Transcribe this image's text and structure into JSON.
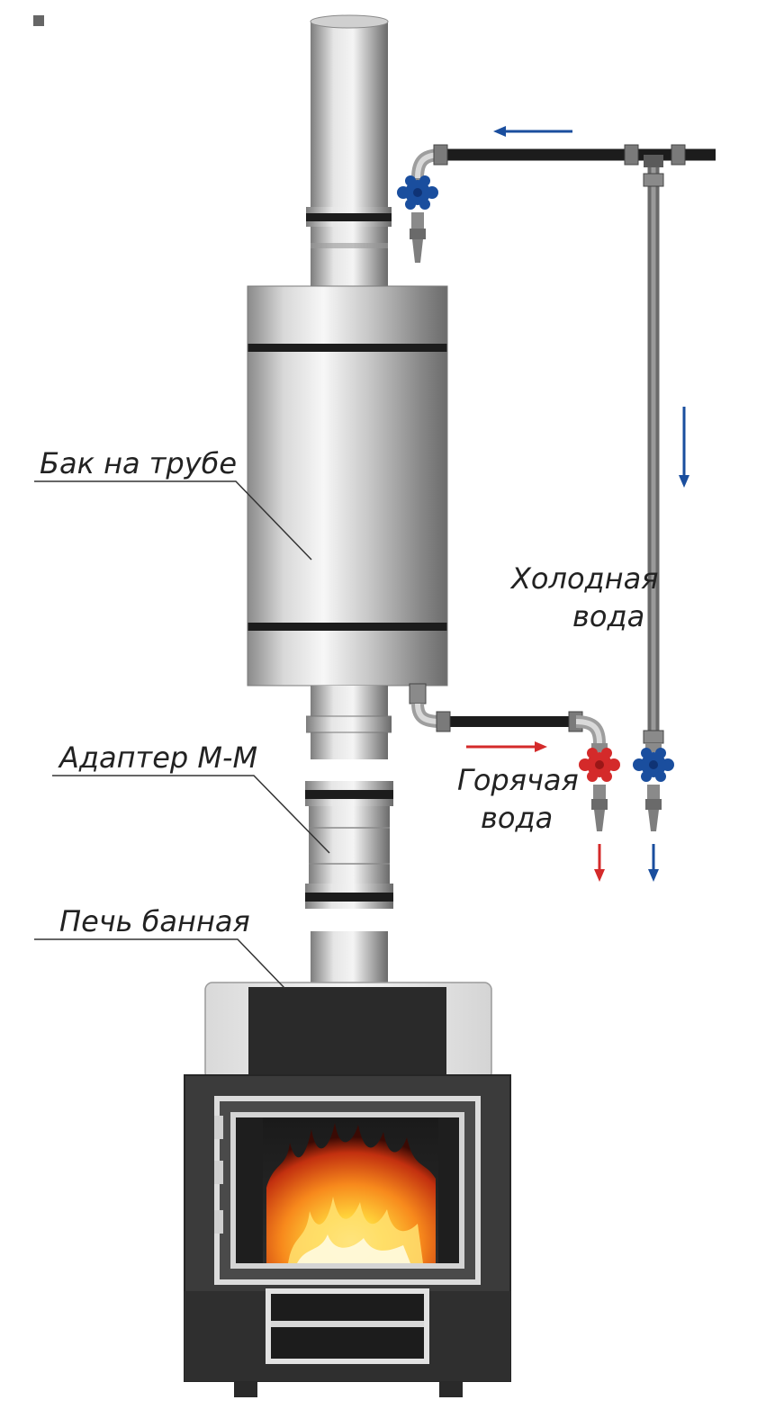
{
  "labels": {
    "tank": "Бак на трубе",
    "adapter": "Адаптер М-М",
    "stove": "Печь банная",
    "cold_water_line1": "Холодная",
    "cold_water_line2": "вода",
    "hot_water_line1": "Горячая",
    "hot_water_line2": "вода"
  },
  "colors": {
    "cold": "#1a4e9e",
    "hot": "#d42a2a",
    "pipe": "#1c1c1c",
    "metal_light": "#f2f2f2",
    "metal_dark": "#6e6e6e",
    "stove_body": "#3a3a3a",
    "stove_top": "#ebebeb"
  },
  "icons": {
    "cold_valve_top": "blue-valve-icon",
    "cold_valve_bottom": "blue-valve-icon",
    "hot_valve": "red-valve-icon",
    "flow_arrow": "arrow-icon",
    "flame": "fire-icon"
  }
}
